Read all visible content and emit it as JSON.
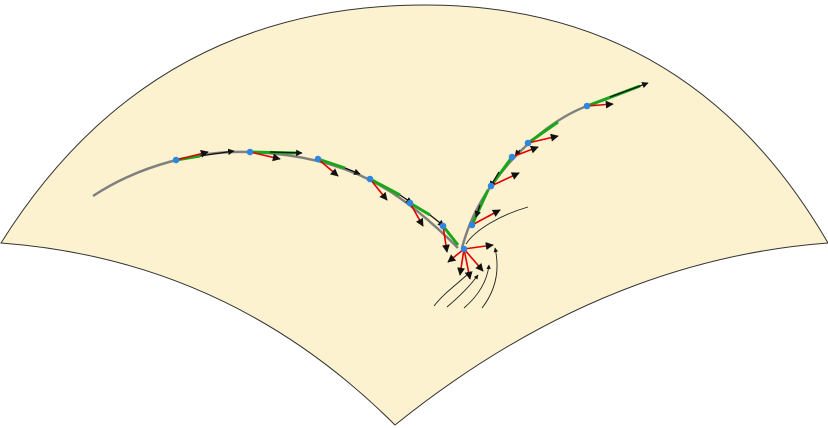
{
  "colors": {
    "surface_fill": "#fcf2cf",
    "surface_stroke": "#333333",
    "trajectory": "#808080",
    "segment": "#1aa61a",
    "vector_red": "#e00000",
    "vector_black": "#111111",
    "point": "#2e86de",
    "streamline": "#222222"
  },
  "elements": {
    "surface": "curved-surface-patch",
    "left_trajectory": "trajectory-before-bounce",
    "right_trajectory": "trajectory-after-bounce",
    "impact_point": "collision-point",
    "streamlines": "flow-lines"
  }
}
